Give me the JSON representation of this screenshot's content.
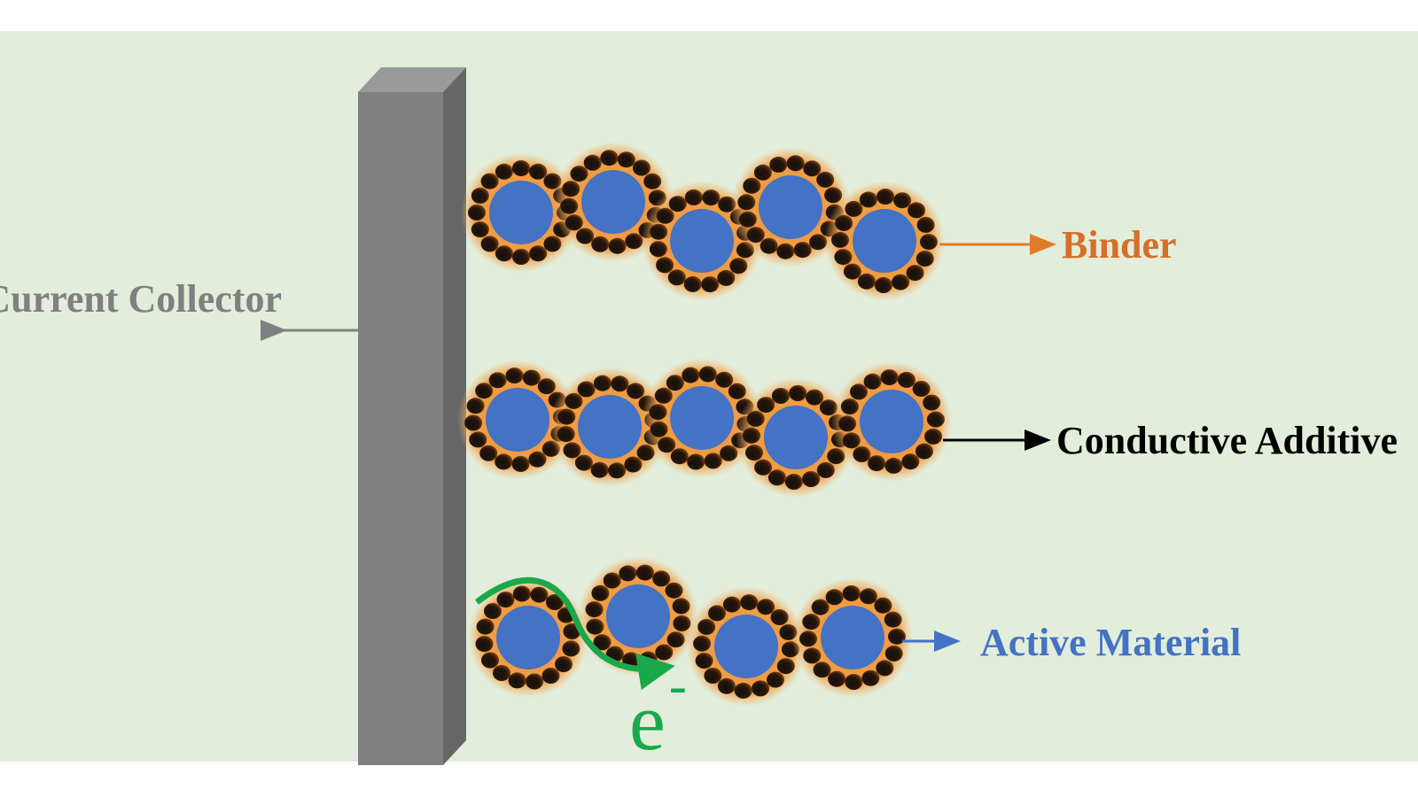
{
  "labels": {
    "current_collector": "Current Collector",
    "binder": "Binder",
    "conductive_additive": "Conductive Additive",
    "active_material": "Active Material",
    "electron": "e",
    "electron_charge": "-"
  },
  "colors": {
    "background": "#e2eedb",
    "collector_front": "#7f7f7f",
    "collector_side": "#6a6a6a",
    "collector_top": "#9a9a9a",
    "collector_label": "#808080",
    "binder": "#e07b2a",
    "binder_label": "#d5702a",
    "conductive": "#1a1a1a",
    "conductive_label": "#000000",
    "active": "#4472c4",
    "active_label": "#4472c4",
    "electron_path": "#1aa84a"
  },
  "icons": [
    "arrow-left-icon",
    "arrow-right-icon",
    "electron-path-arrow-icon"
  ]
}
